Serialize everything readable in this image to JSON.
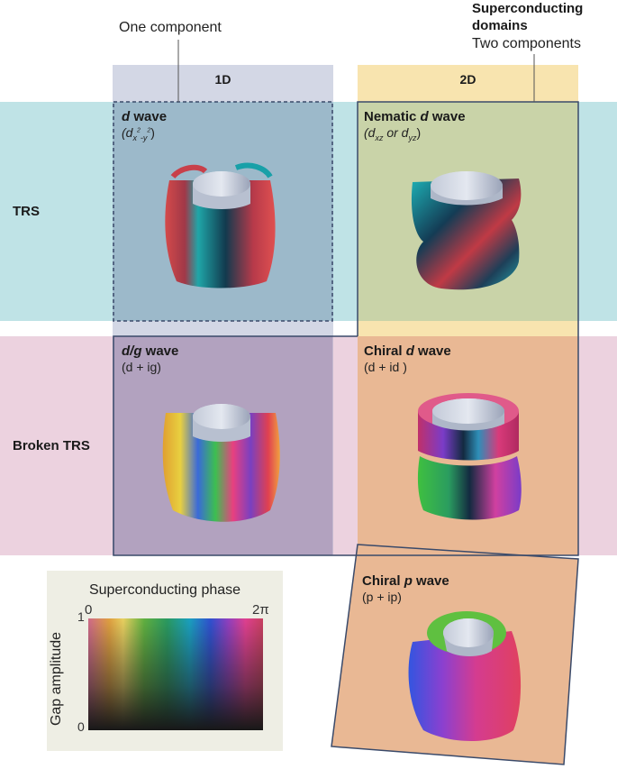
{
  "annotations": {
    "one_component": "One component",
    "superconducting_domains": "Superconducting domains",
    "two_components": "Two components"
  },
  "columns": [
    {
      "label": "1D"
    },
    {
      "label": "2D"
    }
  ],
  "rows": [
    {
      "label": "TRS"
    },
    {
      "label": "Broken TRS"
    }
  ],
  "cells": {
    "d_wave": {
      "title_italic": "d",
      "title_rest": " wave",
      "subtitle": "(d",
      "sub_a": "x",
      "sup_a": "2",
      "sub_mid": "-y",
      "sup_b": "2",
      "close": ")"
    },
    "nematic": {
      "title_pre": "Nematic ",
      "title_italic": "d",
      "title_rest": " wave",
      "open": "(d",
      "sub1": "xz",
      "mid": " or d",
      "sub2": "yz",
      "close": ")"
    },
    "dg_wave": {
      "title_italic": "d/g",
      "title_rest": " wave",
      "subtitle": "(d + ig)"
    },
    "chiral_d": {
      "title_pre": "Chiral ",
      "title_italic": "d",
      "title_rest": " wave",
      "subtitle": "(d + id )"
    },
    "chiral_p": {
      "title_pre": "Chiral ",
      "title_italic": "p",
      "title_rest": " wave",
      "subtitle": "(p + ip)"
    }
  },
  "legend": {
    "title": "Superconducting phase",
    "ylabel": "Gap amplitude",
    "x_min": "0",
    "x_max": "2π",
    "y_min": "0",
    "y_max": "1"
  }
}
